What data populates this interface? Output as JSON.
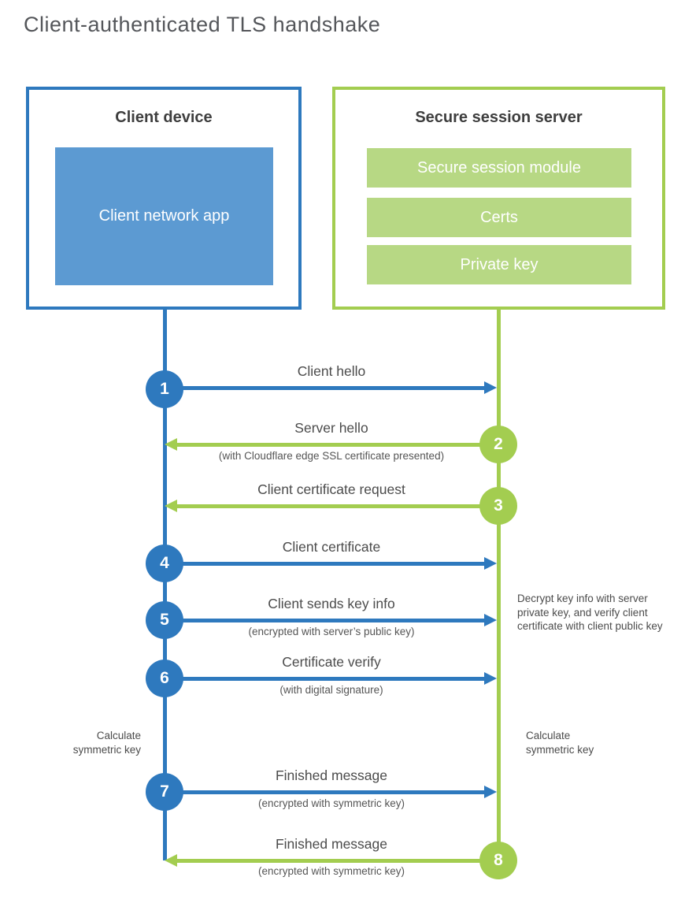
{
  "title": "Client-authenticated TLS handshake",
  "colors": {
    "client_blue": "#2e79be",
    "client_fill_blue": "#5c9ad2",
    "server_green": "#a3cd50",
    "server_fill_green": "#b7d884"
  },
  "client": {
    "title": "Client device",
    "app_label": "Client network app"
  },
  "server": {
    "title": "Secure session server",
    "modules": [
      "Secure session module",
      "Certs",
      "Private key"
    ]
  },
  "messages": [
    {
      "num": "1",
      "label": "Client hello",
      "sub": "",
      "direction": "client-to-server"
    },
    {
      "num": "2",
      "label": "Server hello",
      "sub": "(with Cloudflare edge SSL certificate presented)",
      "direction": "server-to-client"
    },
    {
      "num": "3",
      "label": "Client certificate request",
      "sub": "",
      "direction": "server-to-client"
    },
    {
      "num": "4",
      "label": "Client certificate",
      "sub": "",
      "direction": "client-to-server"
    },
    {
      "num": "5",
      "label": "Client sends key info",
      "sub": "(encrypted with server’s public key)",
      "direction": "client-to-server"
    },
    {
      "num": "6",
      "label": "Certificate verify",
      "sub": "(with digital signature)",
      "direction": "client-to-server"
    },
    {
      "num": "7",
      "label": "Finished message",
      "sub": "(encrypted with symmetric key)",
      "direction": "client-to-server"
    },
    {
      "num": "8",
      "label": "Finished message",
      "sub": "(encrypted with symmetric key)",
      "direction": "server-to-client"
    }
  ],
  "annotations": {
    "decrypt_note": "Decrypt key info with server private key, and verify client certificate with client public key",
    "calc_left": "Calculate symmetric key",
    "calc_right": "Calculate symmetric key"
  }
}
